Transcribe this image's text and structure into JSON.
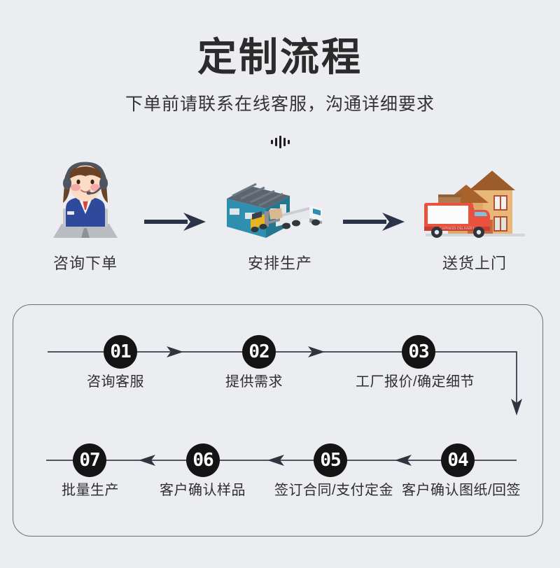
{
  "header": {
    "title": "定制流程",
    "subtitle": "下单前请联系在线客服，沟通详细要求",
    "ornament": "waveform-divider"
  },
  "colors": {
    "background": "#ecedf1",
    "title_text": "#2b2b2b",
    "body_text": "#333333",
    "arrow_navy": "#2a3347",
    "node_fill": "#141414",
    "node_text": "#ffffff",
    "panel_border": "#6b6f7d",
    "flow_line": "#3a3f4b",
    "truck_red": "#e8523f",
    "house_tan": "#e8b878",
    "house_roof": "#9b5b2a",
    "factory_blue": "#2f8fae",
    "factory_roof": "#5a6570",
    "agent_jacket": "#2f4a9a",
    "agent_hair": "#6b4226",
    "forklift_yellow": "#e8b424"
  },
  "stages": [
    {
      "label": "咨询下单",
      "art": "customer-service-agent-illustration"
    },
    {
      "label": "安排生产",
      "art": "factory-forklift-truck-illustration"
    },
    {
      "label": "送货上门",
      "art": "delivery-truck-house-illustration"
    }
  ],
  "stage_arrows": [
    {
      "name": "stage-arrow-1",
      "direction": "right"
    },
    {
      "name": "stage-arrow-2",
      "direction": "right"
    }
  ],
  "flow": {
    "row_top": [
      {
        "number": "01",
        "caption": "咨询客服"
      },
      {
        "number": "02",
        "caption": "提供需求"
      },
      {
        "number": "03",
        "caption": "工厂报价/确定细节"
      }
    ],
    "row_bottom": [
      {
        "number": "07",
        "caption": "批量生产"
      },
      {
        "number": "06",
        "caption": "客户确认样品"
      },
      {
        "number": "05",
        "caption": "签订合同/支付定金"
      },
      {
        "number": "04",
        "caption": "客户确认图纸/回签"
      }
    ],
    "connector_arrows": [
      "top-right-01-to-02",
      "top-right-02-to-03",
      "vertical-down-03-to-04",
      "bottom-left-04-to-05",
      "bottom-left-05-to-06",
      "bottom-left-06-to-07"
    ]
  }
}
